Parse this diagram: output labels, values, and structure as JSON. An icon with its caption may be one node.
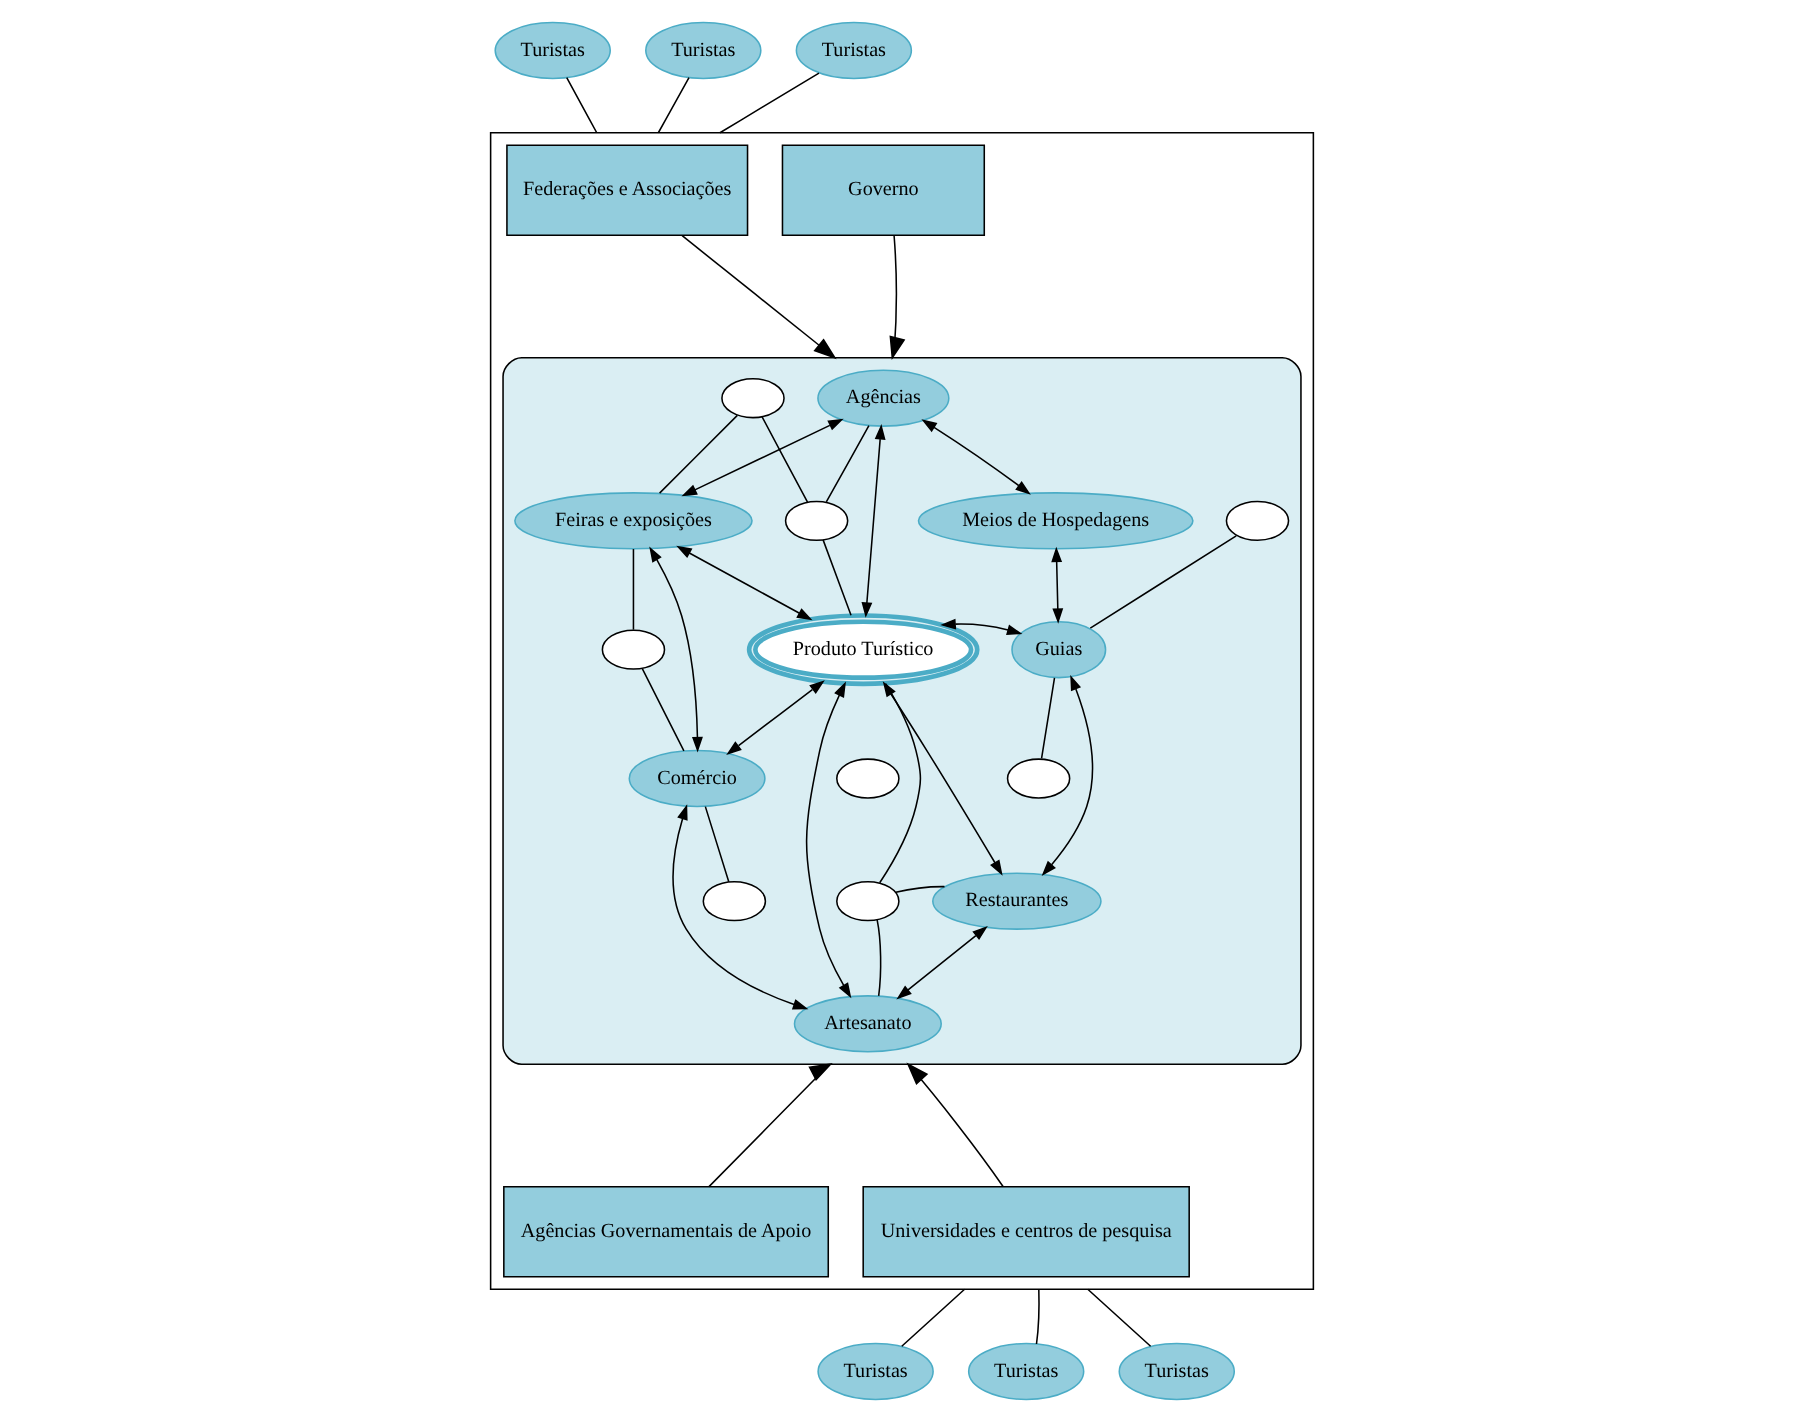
{
  "diagram": {
    "nodes": [
      {
        "text": [
          "Turistas"
        ]
      },
      {
        "text": [
          "Turistas"
        ]
      },
      {
        "text": [
          "Turistas"
        ]
      },
      {
        "text": [],
        "shape": "box"
      },
      {
        "text": [
          "Federações e Associações"
        ],
        "in": 3
      },
      {
        "text": [
          "Governo"
        ],
        "in": 3
      },
      {
        "text": [],
        "shape": "ellipse",
        "in": 3
      },
      {
        "text": [
          "Agências"
        ],
        "in": 6
      },
      {
        "text": [],
        "shape": "ellipse",
        "in": 6
      },
      {
        "text": [
          "Meios de Hospedagens"
        ],
        "in": 6
      },
      {
        "text": [
          "Feiras e exposições"
        ],
        "in": 6
      },
      {
        "text": [],
        "shape": "ellipse",
        "in": 6
      },
      {
        "text": [
          "Produto Turístico"
        ],
        "in": 6
      },
      {
        "text": [],
        "shape": "ellipse",
        "in": 6
      },
      {
        "text": [],
        "shape": "ellipse",
        "in": 6
      },
      {
        "text": [],
        "shape": "ellipse",
        "in": 6
      },
      {
        "text": [
          "Guias"
        ],
        "in": 6
      },
      {
        "text": [
          "Comércio"
        ],
        "in": 6
      },
      {
        "text": [],
        "shape": "ellipse",
        "in": 6
      },
      {
        "text": [],
        "shape": "ellipse",
        "in": 6
      },
      {
        "text": [],
        "shape": "ellipse",
        "in": 6
      },
      {
        "text": [
          "Restaurantes"
        ],
        "in": 6
      },
      {
        "text": [
          "Artesanato"
        ],
        "in": 6
      },
      {
        "text": [
          "Agências Governamentais de Apoio"
        ],
        "in": 3
      },
      {
        "text": [
          "Universidades e centros de pesquisa"
        ],
        "in": 3
      },
      {
        "text": [
          "Turistas"
        ]
      },
      {
        "text": [
          "Turistas"
        ]
      },
      {
        "text": [
          "Turistas"
        ]
      }
    ],
    "edges": [
      {
        "from": 0,
        "to": 3,
        "arrow": "none"
      },
      {
        "from": 1,
        "to": 3,
        "arrow": "none"
      },
      {
        "from": 2,
        "to": 3,
        "arrow": "none"
      },
      {
        "from": 4,
        "to": 6,
        "arrow": "to"
      },
      {
        "from": 5,
        "to": 6,
        "arrow": "to"
      },
      {
        "from": 7,
        "to": 10,
        "arrow": "both"
      },
      {
        "from": 7,
        "to": 12,
        "arrow": "both"
      },
      {
        "from": 7,
        "to": 9,
        "arrow": "both"
      },
      {
        "from": 8,
        "to": 10,
        "arrow": "none"
      },
      {
        "from": 8,
        "to": 11,
        "arrow": "none"
      },
      {
        "from": 7,
        "to": 11,
        "arrow": "none"
      },
      {
        "from": 11,
        "to": 12,
        "arrow": "none"
      },
      {
        "from": 9,
        "to": 16,
        "arrow": "both"
      },
      {
        "from": 14,
        "to": 16,
        "arrow": "none"
      },
      {
        "from": 15,
        "to": 10,
        "arrow": "none"
      },
      {
        "from": 15,
        "to": 17,
        "arrow": "none"
      },
      {
        "from": 10,
        "to": 12,
        "arrow": "both"
      },
      {
        "from": 10,
        "to": 17,
        "arrow": "both"
      },
      {
        "from": 17,
        "to": 12,
        "arrow": "both"
      },
      {
        "from": 12,
        "to": 16,
        "arrow": "both"
      },
      {
        "from": 18,
        "to": 16,
        "arrow": "none"
      },
      {
        "from": 17,
        "to": 20,
        "arrow": "none"
      },
      {
        "from": 19,
        "to": 12,
        "arrow": "none"
      },
      {
        "from": 19,
        "to": 22,
        "arrow": "none"
      },
      {
        "from": 19,
        "to": 21,
        "arrow": "none"
      },
      {
        "from": 17,
        "to": 22,
        "arrow": "both"
      },
      {
        "from": 12,
        "to": 22,
        "arrow": "both"
      },
      {
        "from": 12,
        "to": 21,
        "arrow": "both"
      },
      {
        "from": 16,
        "to": 21,
        "arrow": "both"
      },
      {
        "from": 21,
        "to": 22,
        "arrow": "both"
      },
      {
        "from": 23,
        "to": 6,
        "arrow": "to"
      },
      {
        "from": 24,
        "to": 6,
        "arrow": "to"
      },
      {
        "from": 3,
        "to": 25,
        "arrow": "none"
      },
      {
        "from": 3,
        "to": 26,
        "arrow": "none"
      },
      {
        "from": 3,
        "to": 27,
        "arrow": "none"
      }
    ]
  }
}
